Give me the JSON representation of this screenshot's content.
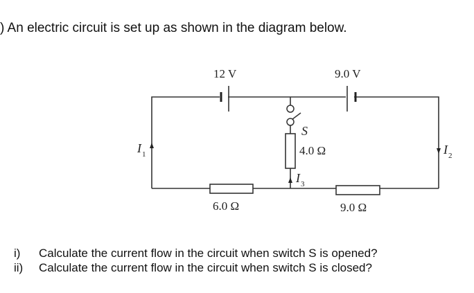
{
  "intro_text": ") An electric circuit is set up as shown in the diagram below.",
  "circuit": {
    "cell_left_label": "12 V",
    "cell_right_label": "9.0 V",
    "resistor_left_label": "6.0 Ω",
    "resistor_right_label": "9.0 Ω",
    "resistor_middle_label": "4.0 Ω",
    "switch_label": "S",
    "current_left": {
      "symbol": "I",
      "subscript": "1"
    },
    "current_right": {
      "symbol": "I",
      "subscript": "2"
    },
    "current_middle": {
      "symbol": "I",
      "subscript": "3"
    }
  },
  "questions": [
    {
      "num": "i)",
      "text": "Calculate the current flow in the circuit when switch S is opened?"
    },
    {
      "num": "ii)",
      "text": "Calculate the current flow in the circuit when switch S is closed?"
    }
  ]
}
